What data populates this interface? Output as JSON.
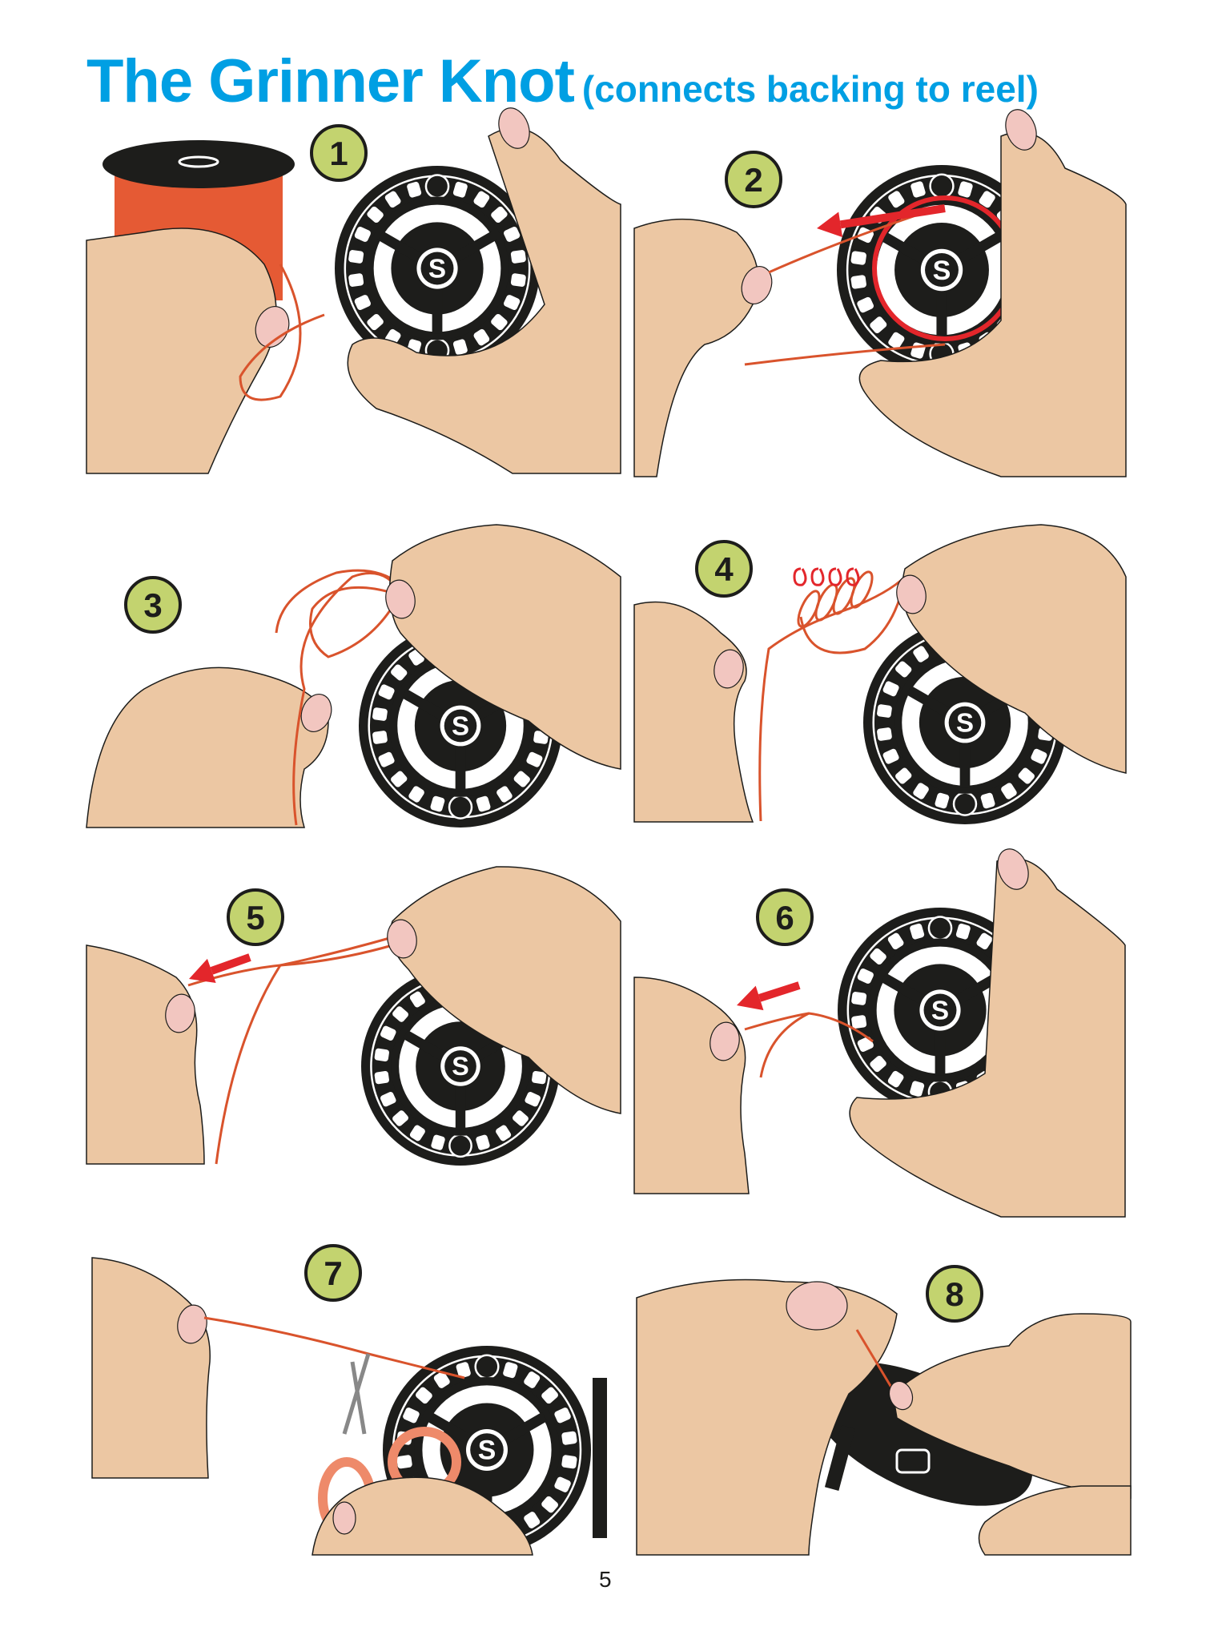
{
  "title": {
    "main": "The Grinner Knot",
    "subtitle": "(connects backing to reel)"
  },
  "steps": [
    {
      "number": "1"
    },
    {
      "number": "2"
    },
    {
      "number": "3"
    },
    {
      "number": "4"
    },
    {
      "number": "5"
    },
    {
      "number": "6"
    },
    {
      "number": "7"
    },
    {
      "number": "8"
    }
  ],
  "page_number": "5",
  "colors": {
    "title": "#009fe3",
    "step_badge": "#c3d36f",
    "skin": "#ecc7a3",
    "nail": "#f2c6c0",
    "reel": "#1d1d1b",
    "backing_line": "#d9532c",
    "spool": "#e55a34",
    "arrow": "#e3262b",
    "scissors": "#ee8a6a"
  }
}
